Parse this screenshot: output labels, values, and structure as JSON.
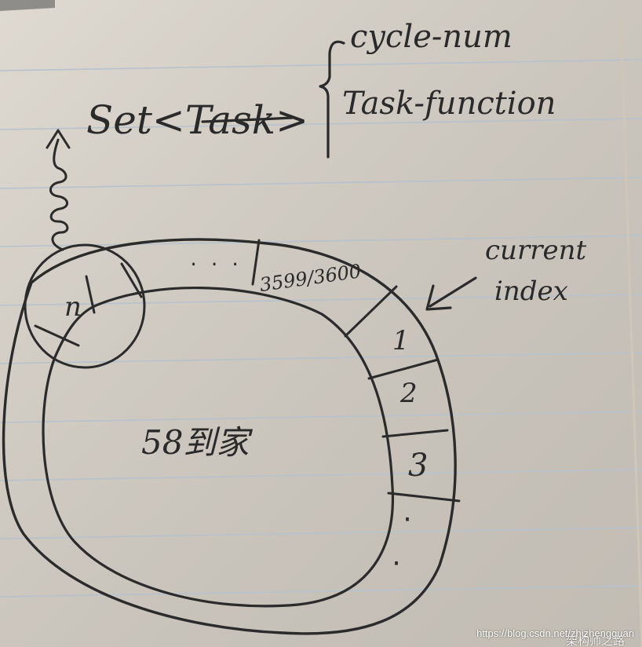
{
  "diagram": {
    "set_label": "Set<Task>",
    "brace_items": [
      "cycle-num",
      "Task-function"
    ],
    "slots": {
      "dots_top": "· · ·",
      "slot_last": "3599/3600",
      "slot_1": "1",
      "slot_2": "2",
      "slot_3": "3",
      "slot_n": "n",
      "dots_side": "·"
    },
    "center_label": "58到家",
    "pointer_label_line1": "current",
    "pointer_label_line2": "index"
  },
  "watermark": {
    "url": "https://blog.csdn.net/zhizhengguan",
    "logo": "架构师之路"
  },
  "colors": {
    "paper": "#d8d2c8",
    "ruling": "#b9c4cf",
    "ink": "#2b2b2b"
  }
}
